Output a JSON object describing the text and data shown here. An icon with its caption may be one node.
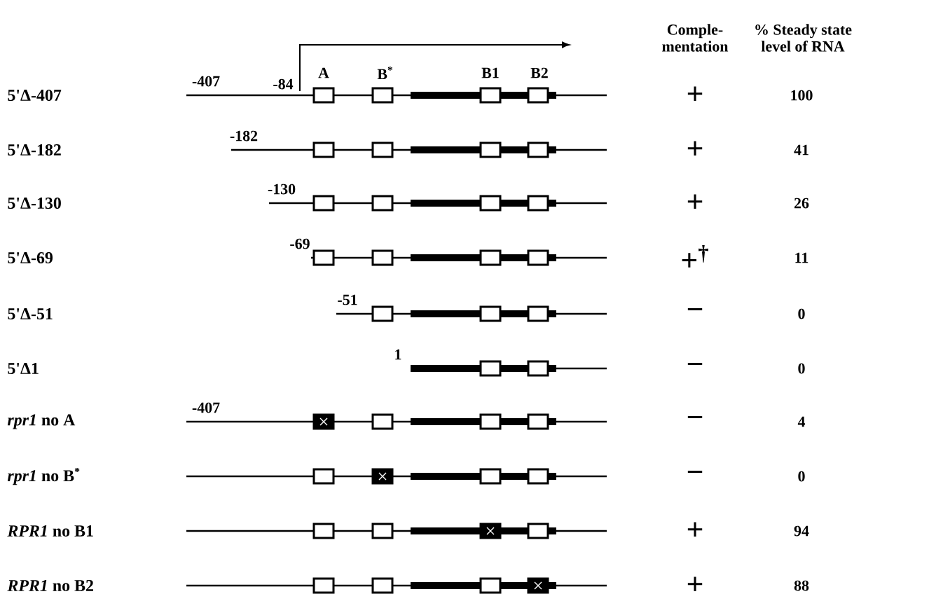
{
  "diagram": {
    "labels": [
      "Comple-mentation",
      "% Steady state level of RNA",
      "-407",
      "-84",
      "A",
      "B$^{*}$",
      "B1",
      "B2",
      "5'Δ-407",
      "+",
      "100",
      "-182",
      "5'Δ-182",
      "+",
      "41",
      "-130",
      "5'Δ-130",
      "+",
      "26",
      "-69",
      "5'Δ-69",
      "+$^{†}$",
      "11",
      "-51",
      "5'Δ-51",
      "−",
      "0",
      "1",
      "5'Δ1",
      "−",
      "0",
      "-407",
      "*rpr1* no A",
      "−",
      "4",
      "*rpr1* no B$^{*}$",
      "−",
      "0",
      "*RPR1* no B1",
      "+",
      "94",
      "*RPR1* no B2",
      "+",
      "88"
    ]
  }
}
